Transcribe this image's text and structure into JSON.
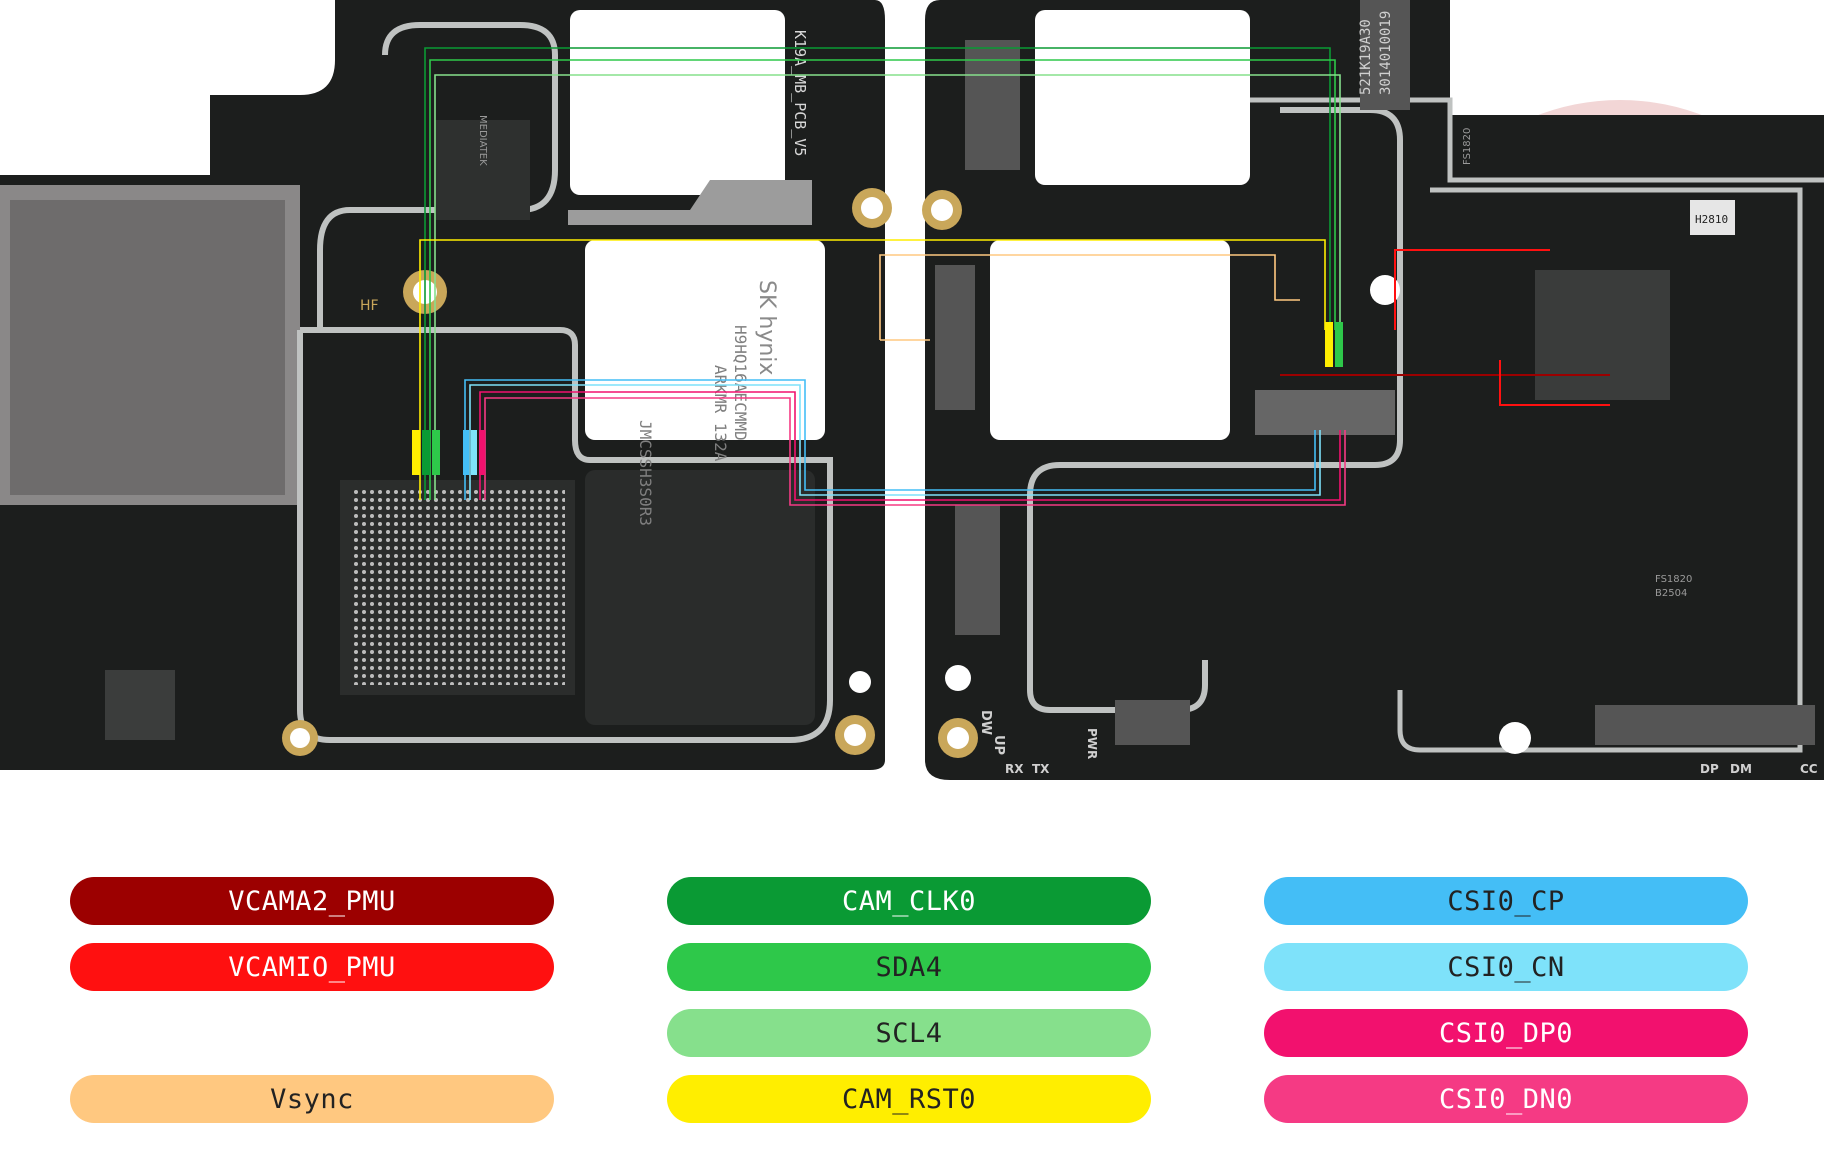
{
  "board": {
    "silkscreen": {
      "pcb_id": "K19A_MB_PCB_V5",
      "pcb_id_right": "521K19A30",
      "pcb_id_right2": "3014010019",
      "hf_mark": "HF",
      "pad_dw": "DW",
      "pad_up": "UP",
      "pad_rx": "RX",
      "pad_tx": "TX",
      "pad_pwr": "PWR",
      "pad_dp": "DP",
      "pad_dm": "DM",
      "pad_cc": "CC",
      "ic_fs1820_top": "FS1820",
      "ic_fs1820_bottom": "FS1820",
      "ic_fs1820_bottom_code": "B2504",
      "ic_h2810": "H2810",
      "ic_mediatek": "MEDIATEK",
      "chip_brand": "SK hynix",
      "chip_code1": "H9HQ16AECMMD",
      "chip_code2": "ARKMR 132A",
      "chip_code3": "JMCSSH3S0R3"
    },
    "colors": {
      "pcb": "#1c1e1d",
      "outline": "#bfc2c1",
      "gold": "#c9a75a"
    }
  },
  "legend": {
    "items": [
      {
        "label": "VCAMA2_PMU",
        "color": "#9c0000",
        "text": "light"
      },
      {
        "label": "VCAMIO_PMU",
        "color": "#ff1010",
        "text": "light"
      },
      {
        "label": "Vsync",
        "color": "#ffc880",
        "text": "dark"
      },
      {
        "label": "CAM_CLK0",
        "color": "#0a9a34",
        "text": "light"
      },
      {
        "label": "SDA4",
        "color": "#2ec84a",
        "text": "dark"
      },
      {
        "label": "SCL4",
        "color": "#86e08c",
        "text": "dark"
      },
      {
        "label": "CAM_RST0",
        "color": "#ffee00",
        "text": "dark"
      },
      {
        "label": "CSI0_CP",
        "color": "#44bef6",
        "text": "dark"
      },
      {
        "label": "CSI0_CN",
        "color": "#7ee2fa",
        "text": "dark"
      },
      {
        "label": "CSI0_DP0",
        "color": "#f2116e",
        "text": "light"
      },
      {
        "label": "CSI0_DN0",
        "color": "#f53a84",
        "text": "light"
      }
    ]
  }
}
